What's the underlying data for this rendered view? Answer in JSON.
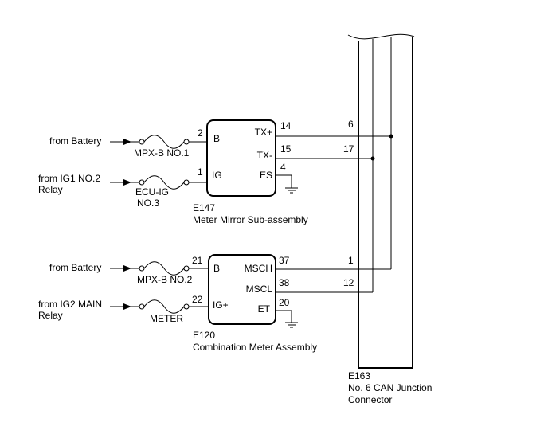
{
  "ecu_e147": {
    "code": "E147",
    "name": "Meter Mirror Sub-assembly",
    "pins": {
      "b_num": "2",
      "b_label": "B",
      "ig_num": "1",
      "ig_label": "IG",
      "txp_label": "TX+",
      "txp_num": "14",
      "txm_label": "TX-",
      "txm_num": "15",
      "es_label": "ES",
      "es_num": "4"
    },
    "inputs": {
      "battery_source": "from Battery",
      "battery_fuse": "MPX-B NO.1",
      "ig_source_1": "from IG1 NO.2",
      "ig_source_2": "Relay",
      "ig_fuse_1": "ECU-IG",
      "ig_fuse_2": "NO.3"
    }
  },
  "ecu_e120": {
    "code": "E120",
    "name": "Combination Meter Assembly",
    "pins": {
      "b_num": "21",
      "b_label": "B",
      "ig_num": "22",
      "ig_label": "IG+",
      "msch_label": "MSCH",
      "msch_num": "37",
      "mscl_label": "MSCL",
      "mscl_num": "38",
      "et_label": "ET",
      "et_num": "20"
    },
    "inputs": {
      "battery_source": "from Battery",
      "battery_fuse": "MPX-B NO.2",
      "ig_source_1": "from IG2 MAIN",
      "ig_source_2": "Relay",
      "ig_fuse": "METER"
    }
  },
  "junction_e163": {
    "code": "E163",
    "name_line1": "No. 6 CAN Junction",
    "name_line2": "Connector",
    "pins": {
      "p6": "6",
      "p17": "17",
      "p1": "1",
      "p12": "12"
    }
  }
}
